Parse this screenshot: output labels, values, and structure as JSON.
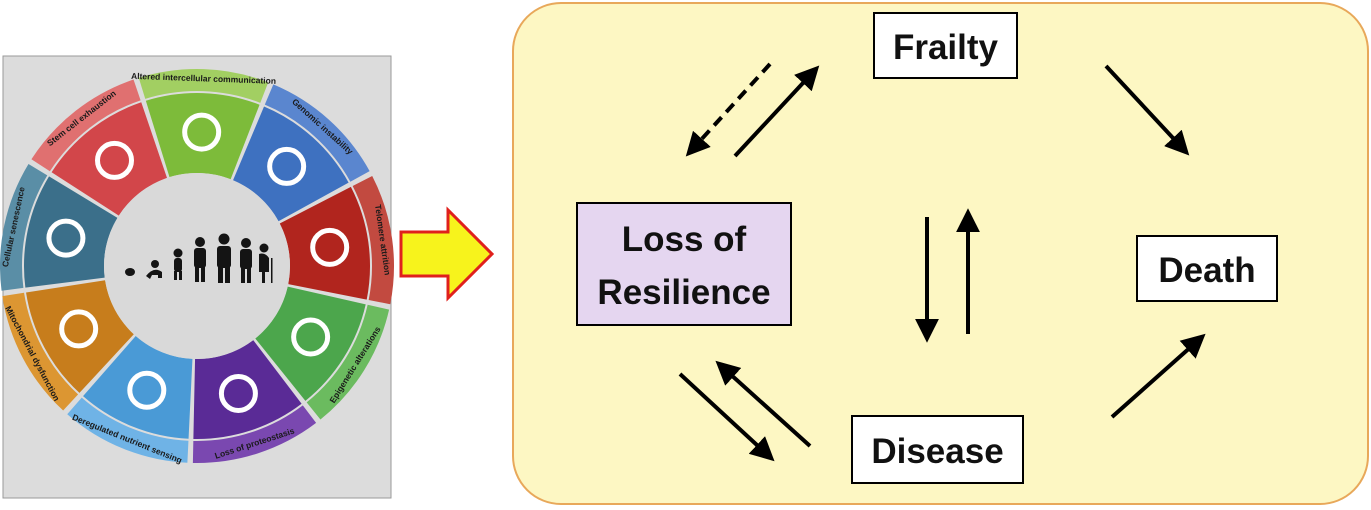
{
  "wheel": {
    "segments": [
      {
        "label": "Genomic instability",
        "color": "#3e71c0",
        "outer": "#5a86cf",
        "icon": "dna-icon"
      },
      {
        "label": "Telomere attrition",
        "color": "#b1251e",
        "outer": "#c24a40",
        "icon": "chromosome-icon"
      },
      {
        "label": "Epigenetic alterations",
        "color": "#4ca64c",
        "outer": "#6bbb5f",
        "icon": "nucleosome-icon"
      },
      {
        "label": "Loss of proteostasis",
        "color": "#5a2b96",
        "outer": "#7a48b0",
        "icon": "protein-icon"
      },
      {
        "label": "Deregulated nutrient sensing",
        "color": "#4a9ad6",
        "outer": "#6fb3e6",
        "icon": "fork-knife-icon"
      },
      {
        "label": "Mitochondrial dysfunction",
        "color": "#c77d1c",
        "outer": "#dc9632",
        "icon": "mitochondrion-icon"
      },
      {
        "label": "Cellular senescence",
        "color": "#3b6f8a",
        "outer": "#5a8ea6",
        "icon": "maple-leaf-icon"
      },
      {
        "label": "Stem cell exhaustion",
        "color": "#d2464a",
        "outer": "#e07070",
        "icon": "stem-cell-icon"
      },
      {
        "label": "Altered intercellular communication",
        "color": "#7dbb3a",
        "outer": "#a2cf62",
        "icon": "cells-icon"
      }
    ]
  },
  "flow": {
    "nodes": {
      "frailty": "Frailty",
      "loss_line1": "Loss of",
      "loss_line2": "Resilience",
      "death": "Death",
      "disease": "Disease"
    }
  },
  "colors": {
    "panel_fill": "#fdf7c3",
    "panel_border": "#e8a85a",
    "node_box": "#ffffff",
    "loss_box": "#e5d6f0",
    "big_arrow_fill": "#f7f31c",
    "big_arrow_border": "#e0201c",
    "wheel_bg": "#dcdcdc"
  }
}
